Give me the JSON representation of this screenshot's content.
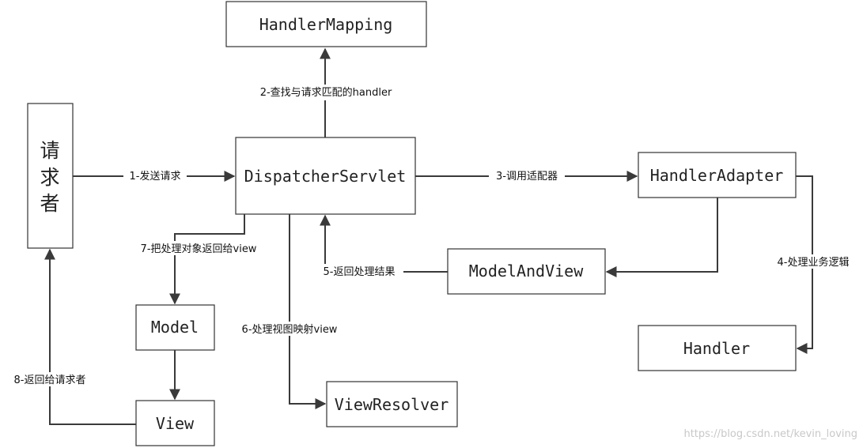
{
  "nodes": {
    "requester": [
      "请",
      "求",
      "者"
    ],
    "handler_mapping": "HandlerMapping",
    "dispatcher_servlet": "DispatcherServlet",
    "handler_adapter": "HandlerAdapter",
    "model_and_view": "ModelAndView",
    "handler": "Handler",
    "model": "Model",
    "view": "View",
    "view_resolver": "ViewResolver"
  },
  "edges": {
    "e1": "1-发送请求",
    "e2": "2-查找与请求匹配的handler",
    "e3": "3-调用适配器",
    "e4": "4-处理业务逻辑",
    "e5": "5-返回处理结果",
    "e6": "6-处理视图映射view",
    "e7": "7-把处理对象返回给view",
    "e8": "8-返回给请求者"
  },
  "watermark": "https://blog.csdn.net/kevin_loving"
}
